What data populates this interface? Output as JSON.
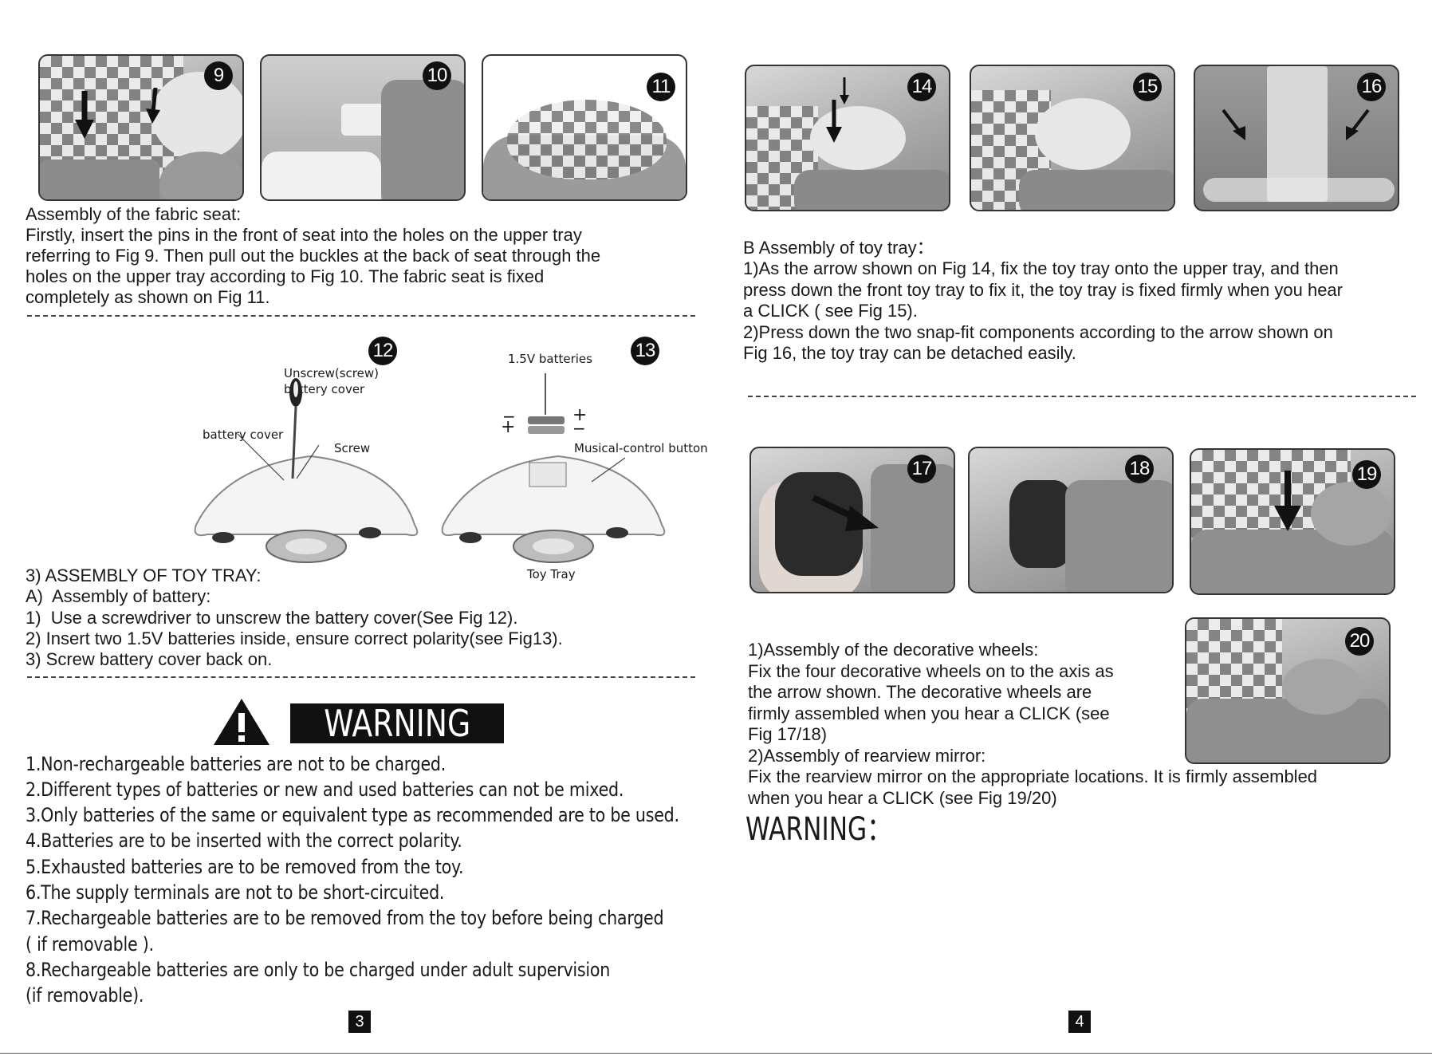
{
  "figures": {
    "fig9": "9",
    "fig10": "10",
    "fig11": "11",
    "fig12": "12",
    "fig13": "13",
    "fig14": "14",
    "fig15": "15",
    "fig16": "16",
    "fig17": "17",
    "fig18": "18",
    "fig19": "19",
    "fig20": "20"
  },
  "left": {
    "fabric_seat": {
      "heading": "Assembly of the fabric seat:",
      "lines": [
        "Firstly, insert the pins in the front of seat into the holes on the upper tray",
        "referring to Fig 9. Then pull out the buckles at the back of seat through the",
        "holes on the upper tray according to Fig 10. The fabric seat is fixed",
        "completely as shown on Fig 11."
      ]
    },
    "labels": {
      "unscrew": "Unscrew(screw)",
      "battery_cover_top": "battery cover",
      "battery_cover": "battery cover",
      "screw": "Screw",
      "batteries": "1.5V batteries",
      "musical": "Musical-control button",
      "toy_tray": "Toy Tray",
      "minus_left": "−",
      "plus_left": "+",
      "plus_right": "+",
      "minus_right": "−"
    },
    "toy_tray": {
      "heading": "3) ASSEMBLY OF TOY TRAY:",
      "lines": [
        "A)  Assembly of battery:",
        "1)  Use a screwdriver to unscrew the battery cover(See Fig 12).",
        "2) Insert two 1.5V batteries inside, ensure correct polarity(see Fig13).",
        "3) Screw battery cover back on."
      ]
    },
    "warning_banner": "WARNING",
    "warning_items": [
      "1.Non-rechargeable batteries are not to be charged.",
      "2.Different types of batteries or new and used batteries can not be mixed.",
      "3.Only batteries of the same or equivalent type as recommended are to be used.",
      "4.Batteries are to be inserted with the correct polarity.",
      "5.Exhausted batteries are to be removed from the toy.",
      "6.The supply terminals are not to be short-circuited.",
      "7.Rechargeable batteries are to be removed from the toy before being charged",
      "( if removable ).",
      "8.Rechargeable batteries are only to be charged under adult supervision",
      "(if removable)."
    ],
    "page_number": "3"
  },
  "right": {
    "toy_tray_b": {
      "lines": [
        "B Assembly of toy tray：",
        "1)As the arrow shown on Fig 14, fix the toy tray onto the upper tray, and then",
        "press down the front toy tray to fix it, the toy tray is fixed firmly when you hear",
        "a CLICK ( see Fig 15).",
        "2)Press down the two snap-fit components according to the arrow shown on",
        "Fig 16, the toy tray can be detached easily."
      ]
    },
    "decorative": {
      "lines": [
        "1)Assembly of the decorative wheels:",
        "Fix the four decorative wheels on to the axis as",
        "the arrow shown. The decorative wheels are",
        "firmly assembled when you hear a CLICK (see",
        "Fig 17/18)",
        "2)Assembly of rearview mirror:"
      ],
      "wide_lines": [
        "Fix the rearview mirror on the appropriate locations. It is firmly assembled",
        "when you hear a CLICK (see Fig 19/20)"
      ]
    },
    "warning_label": "WARNING：",
    "page_number": "4"
  }
}
